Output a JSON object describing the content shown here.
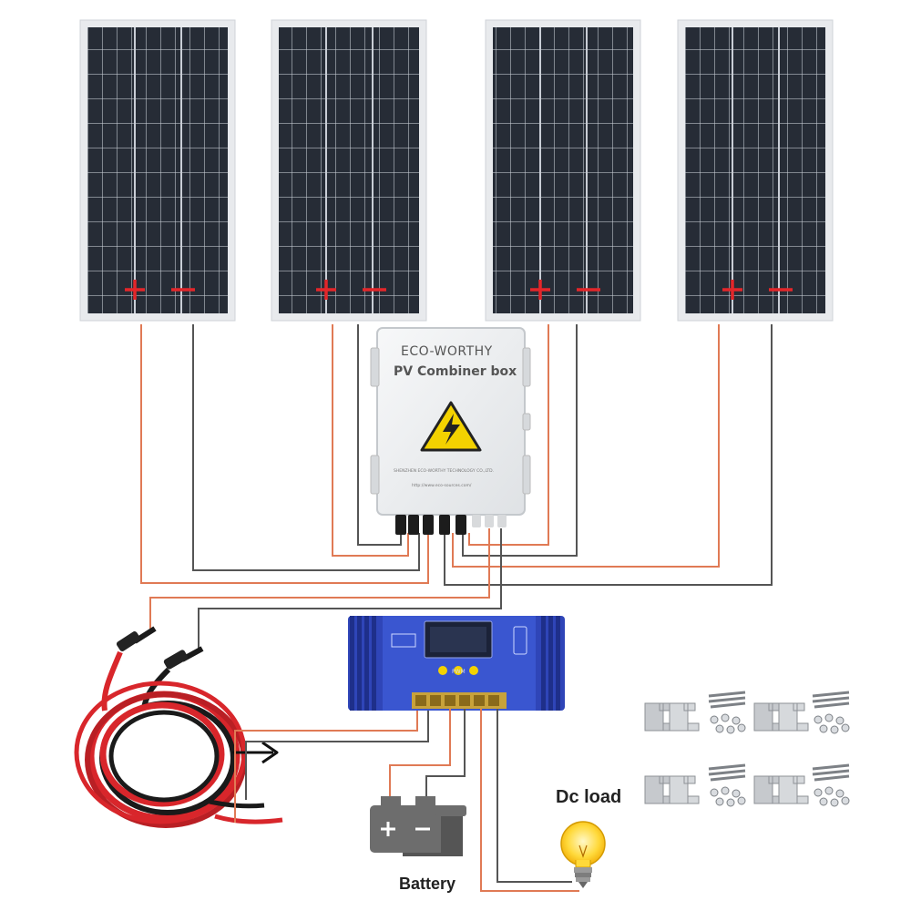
{
  "colors": {
    "positive_wire": "#e07a55",
    "negative_wire": "#555555",
    "cable_red": "#d8262b",
    "cable_black": "#1a1a1a",
    "panel_cell": "#252b35",
    "panel_frame": "#e3e6ea",
    "terminal_mark": "#e3262a",
    "controller_blue": "#2f45b8",
    "combiner_box": "#eef0f2",
    "warning_yellow": "#f3d200",
    "battery_grey": "#6d6d6d",
    "bulb_yellow": "#ffd93a"
  },
  "solar_panels": [
    {
      "positive_symbol": "+",
      "negative_symbol": "—"
    },
    {
      "positive_symbol": "+",
      "negative_symbol": "—"
    },
    {
      "positive_symbol": "+",
      "negative_symbol": "—"
    },
    {
      "positive_symbol": "+",
      "negative_symbol": "—"
    }
  ],
  "combiner_box": {
    "brand": "ECO-WORTHY",
    "model": "PV Combiner box",
    "company": "SHENZHEN ECO-WORTHY TECHNOLOGY CO.,LTD.",
    "website": "http://www.eco-sources.com/",
    "warning_icon": "high-voltage-warning-icon"
  },
  "controller": {
    "model_text": "PWM",
    "icon": "charge-controller-icon"
  },
  "battery": {
    "label": "Battery",
    "positive_symbol": "+",
    "negative_symbol": "—",
    "icon": "battery-icon"
  },
  "load": {
    "label": "Dc load",
    "icon": "light-bulb-icon"
  },
  "accessories": {
    "icon": "z-bracket-mount-icon",
    "set_count": 4
  },
  "cable": {
    "icon": "extension-cable-icon",
    "arrow_icon": "arrow-right-icon"
  }
}
